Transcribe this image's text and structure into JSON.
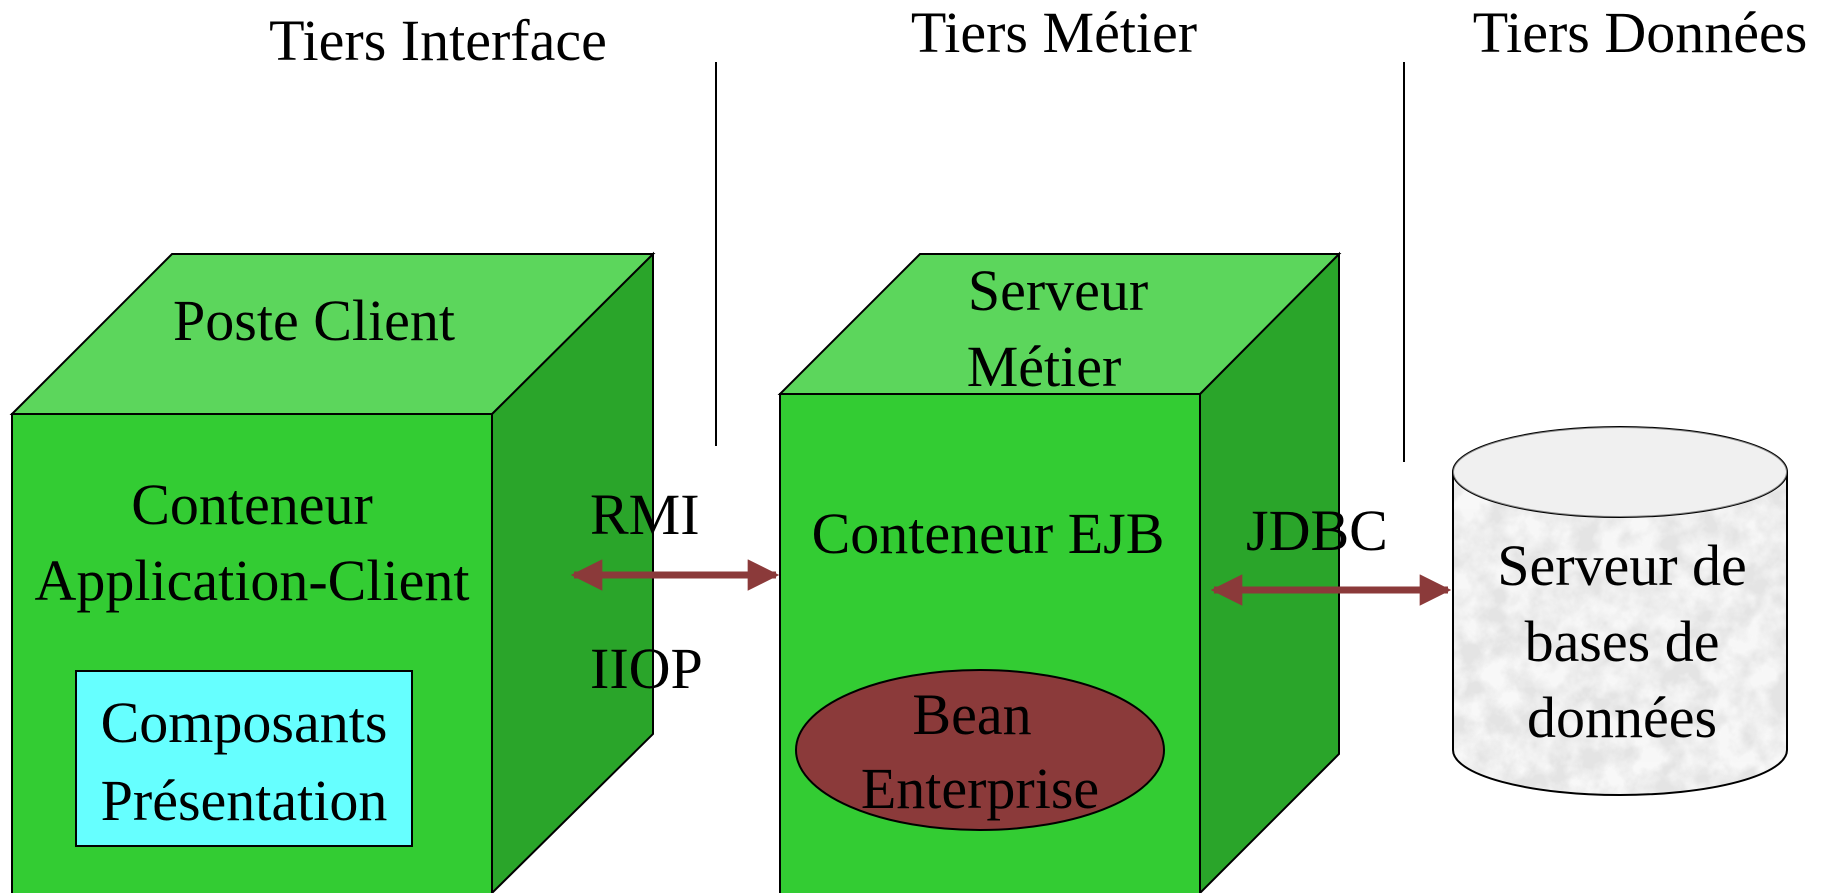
{
  "tiers": {
    "interface": "Tiers Interface",
    "metier": "Tiers Métier",
    "donnees": "Tiers Données"
  },
  "client": {
    "box_label": "Poste Client",
    "container_line1": "Conteneur",
    "container_line2": "Application-Client",
    "component_line1": "Composants",
    "component_line2": "Présentation"
  },
  "server": {
    "box_label_line1": "Serveur",
    "box_label_line2": "Métier",
    "container_label": "Conteneur EJB",
    "bean_line1": "Bean",
    "bean_line2": "Enterprise"
  },
  "database": {
    "label_line1": "Serveur de",
    "label_line2": "bases de",
    "label_line3": "données"
  },
  "protocols": {
    "rmi": "RMI",
    "iiop": "IIOP",
    "jdbc": "JDBC"
  },
  "colors": {
    "box_front": "#33cc33",
    "box_top": "#5cd65c",
    "box_side": "#2aa52a",
    "component_fill": "#66ffff",
    "bean_fill": "#8b3a3a",
    "arrow": "#8b3a3a"
  }
}
